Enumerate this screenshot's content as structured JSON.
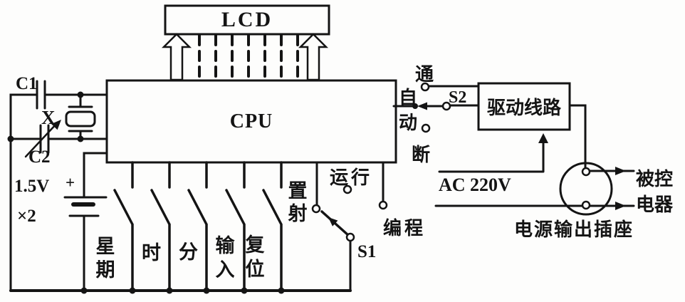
{
  "blocks": {
    "lcd": "LCD",
    "cpu": "CPU",
    "driver": "驱动线路"
  },
  "oscillator": {
    "c1": "C1",
    "crystal": "X",
    "c2": "C2"
  },
  "battery": {
    "voltage": "1.5V",
    "polarity": "+",
    "multiplier": "×2"
  },
  "buttons": [
    {
      "label": "星期"
    },
    {
      "label": "时"
    },
    {
      "label": "分"
    },
    {
      "label": "输入"
    },
    {
      "label": "复位"
    }
  ],
  "s1": {
    "label": "S1",
    "positions": {
      "set": "置射",
      "run": "运行",
      "program": "编程"
    }
  },
  "s2": {
    "label": "S2",
    "positions": {
      "on": "通",
      "auto": "自动",
      "off": "断"
    }
  },
  "power": {
    "ac_label": "AC 220V",
    "socket_label": "电源输出插座",
    "load_label_1": "被控",
    "load_label_2": "电器"
  },
  "colors": {
    "ink": "#141414",
    "paper": "#fdfdfc"
  }
}
